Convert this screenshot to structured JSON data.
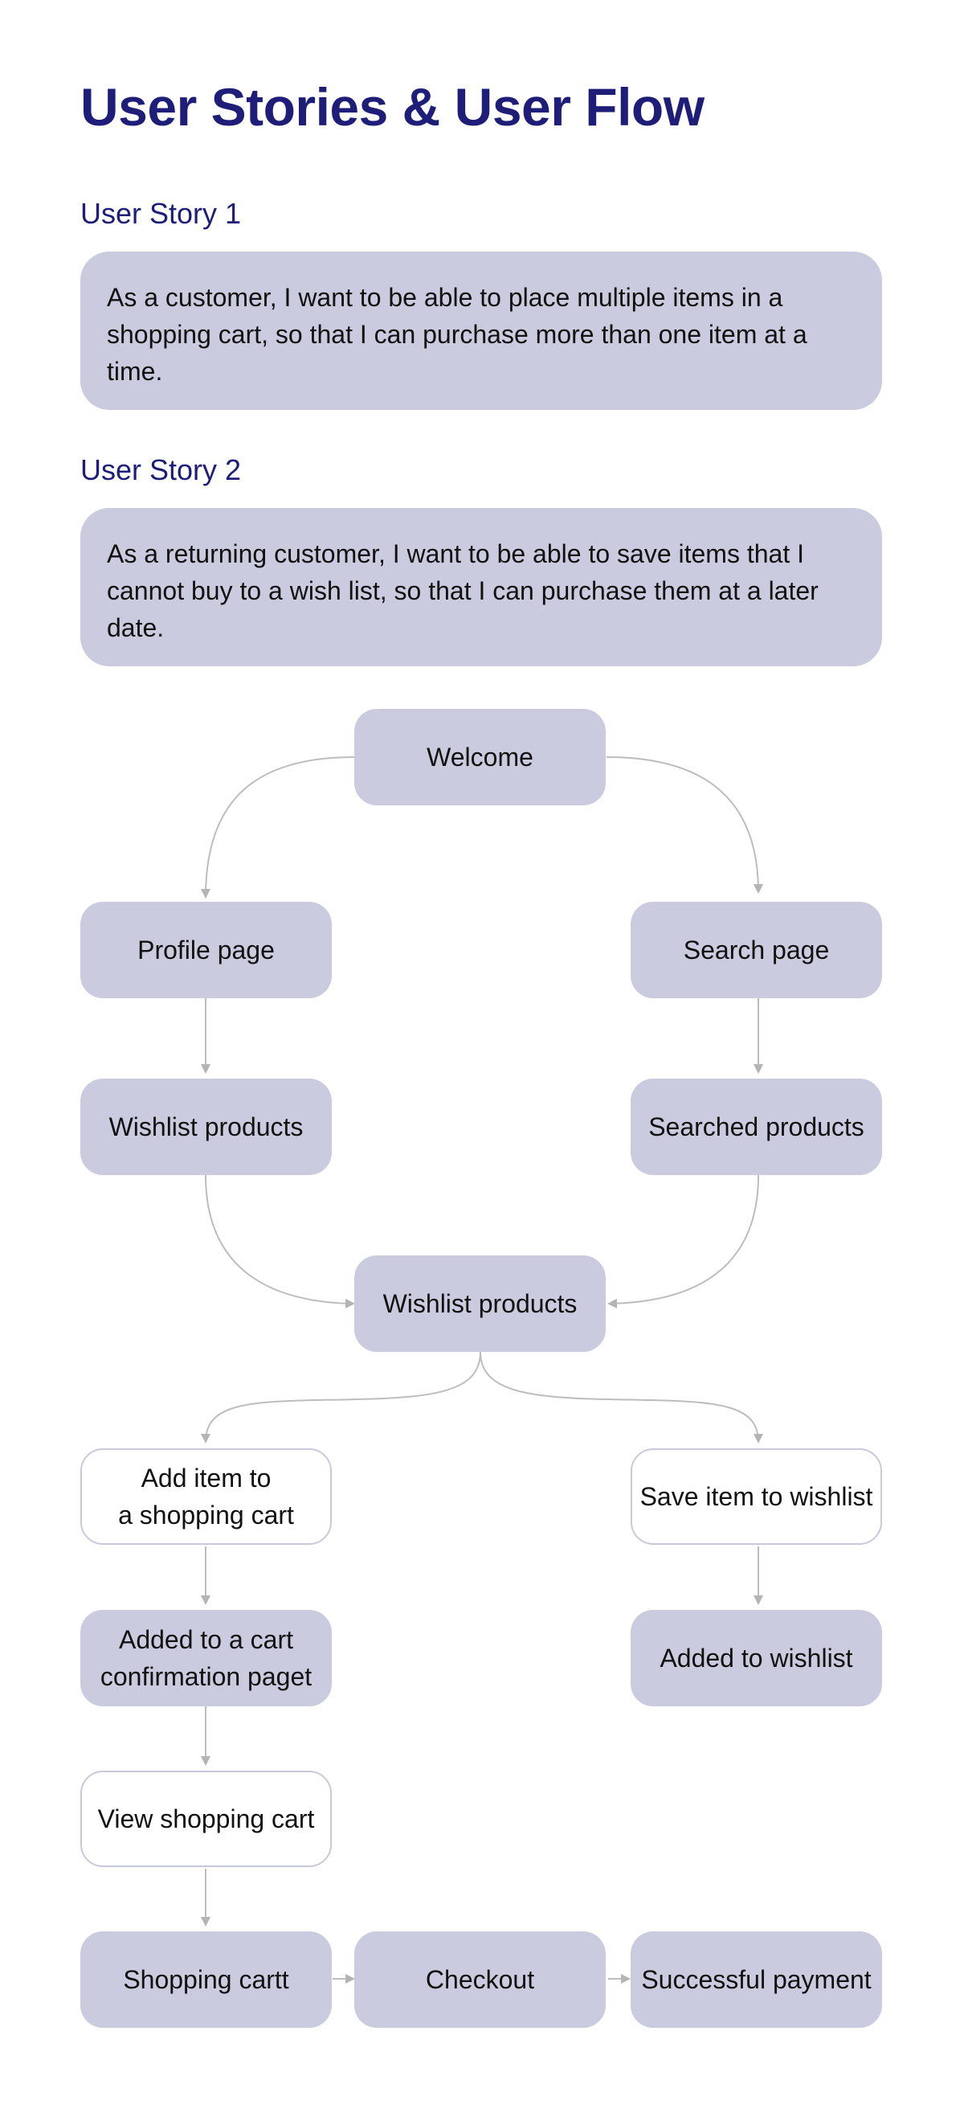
{
  "page": {
    "title": "User Stories & User Flow"
  },
  "stories": [
    {
      "heading": "User Story 1",
      "text": "As a customer, I want to be able to place multiple items in a shopping cart, so that I can purchase more than one item at a time."
    },
    {
      "heading": "User Story 2",
      "text": "As a returning customer, I want to be able to save items that I cannot buy to a wish list, so that I can purchase them at a later date."
    }
  ],
  "flow": {
    "nodes": {
      "welcome": "Welcome",
      "profile_page": "Profile page",
      "search_page": "Search page",
      "wishlist_products_left": "Wishlist products",
      "searched_products": "Searched products",
      "wishlist_products_center": "Wishlist products",
      "add_item_line1": "Add item to",
      "add_item_line2": "a shopping cart",
      "save_item_to_wishlist": "Save item to wishlist",
      "added_to_cart_line1": "Added to a cart",
      "added_to_cart_line2": "confirmation paget",
      "added_to_wishlist": "Added to wishlist",
      "view_shopping_cart": "View shopping cart",
      "shopping_cart": "Shopping cartt",
      "checkout": "Checkout",
      "successful_payment": "Successful payment"
    },
    "edges": [
      [
        "welcome",
        "profile_page"
      ],
      [
        "welcome",
        "search_page"
      ],
      [
        "profile_page",
        "wishlist_products_left"
      ],
      [
        "search_page",
        "searched_products"
      ],
      [
        "wishlist_products_left",
        "wishlist_products_center"
      ],
      [
        "searched_products",
        "wishlist_products_center"
      ],
      [
        "wishlist_products_center",
        "add_item_to_cart"
      ],
      [
        "wishlist_products_center",
        "save_item_to_wishlist"
      ],
      [
        "add_item_to_cart",
        "added_to_cart_confirmation"
      ],
      [
        "save_item_to_wishlist",
        "added_to_wishlist"
      ],
      [
        "added_to_cart_confirmation",
        "view_shopping_cart"
      ],
      [
        "view_shopping_cart",
        "shopping_cart"
      ],
      [
        "shopping_cart",
        "checkout"
      ],
      [
        "checkout",
        "successful_payment"
      ]
    ]
  },
  "colors": {
    "heading": "#1e1e78",
    "box_fill": "#cbcbdf",
    "connector": "#b4b4b4",
    "outline_border": "#c9c9dc"
  }
}
